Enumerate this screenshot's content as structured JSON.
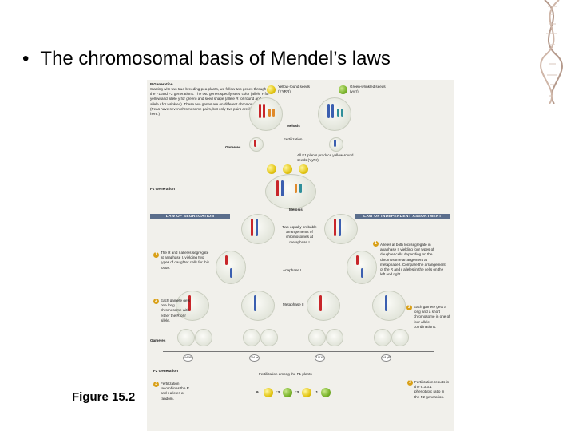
{
  "slide": {
    "bullet": "•",
    "title": "The chromosomal basis of Mendel’s laws",
    "figure_caption": "Figure 15.2"
  },
  "figure": {
    "p_generation_label": "P Generation",
    "p_generation_text": "Starting with two true-breeding pea plants, we follow two genes through the F1 and F2 generations. The two genes specify seed color (allele Y for yellow and allele y for green) and seed shape (allele R for round and allele r for wrinkled). These two genes are on different chromosomes. (Peas have seven chromosome pairs, but only two pairs are illustrated here.)",
    "parent_yellow_label": "Yellow-round seeds (YYRR)",
    "parent_green_label": "Green-wrinkled seeds (yyrr)",
    "meiosis_label": "Meiosis",
    "fertilization_label": "Fertilization",
    "gametes_label": "Gametes",
    "f1_result_text": "All F1 plants produce yellow-round seeds (YyRr).",
    "f1_generation_label": "F1 Generation",
    "meiosis_label_2": "Meiosis",
    "law_segregation": "LAW OF SEGREGATION",
    "law_independent": "LAW OF INDEPENDENT ASSORTMENT",
    "two_arrangements_text": "Two equally probable arrangements of chromosomes at metaphase I",
    "step1_left": "The R and r alleles segregate at anaphase I, yielding two types of daughter cells for this locus.",
    "step1_right": "Alleles at both loci segregate in anaphase I, yielding four types of daughter cells depending on the chromosome arrangement at metaphase I. Compare the arrangement of the R and r alleles in the cells on the left and right.",
    "anaphase_label": "Anaphase I",
    "metaphase_label": "Metaphase II",
    "step2_left": "Each gamete gets one long chromosome with either the R or r allele.",
    "step2_right": "Each gamete gets a long and a short chromosome in one of four allele combinations.",
    "gametes_label_2": "Gametes",
    "gamete_fractions": [
      "1/4 YR",
      "1/4 yr",
      "1/4 Yr",
      "1/4 yR"
    ],
    "f2_generation_label": "F2 Generation",
    "f2_fertilization_text": "Fertilization among the F1 plants",
    "step3_left": "Fertilization recombines the R and r alleles at random.",
    "step3_right": "Fertilization results in the 9:3:3:1 phenotypic ratio in the F2 generation.",
    "ratio": [
      "9",
      ":3",
      ":3",
      ":1"
    ]
  }
}
